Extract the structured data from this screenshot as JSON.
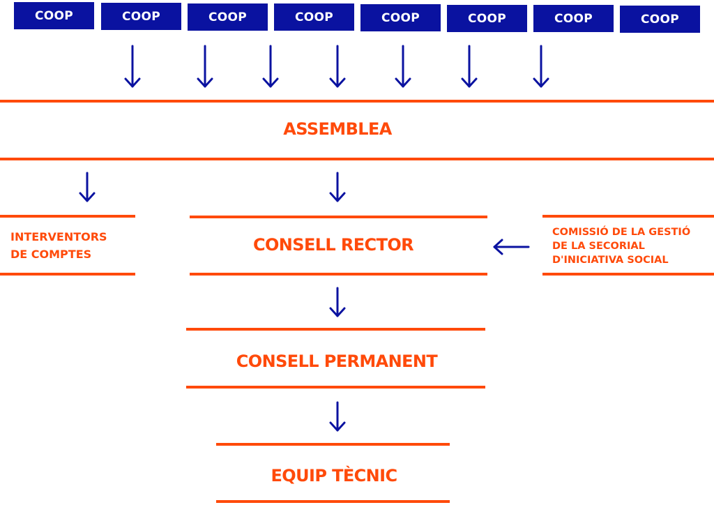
{
  "colors": {
    "coop_fill": "#0a12a0",
    "coop_text": "#ffffff",
    "accent": "#ff4a0a",
    "arrow": "#0a12a0"
  },
  "coops": [
    "COOP",
    "COOP",
    "COOP",
    "COOP",
    "COOP",
    "COOP",
    "COOP",
    "COOP"
  ],
  "nodes": {
    "assemblea": "ASSEMBLEA",
    "interventors_line1": "INTERVENTORS",
    "interventors_line2": "DE COMPTES",
    "consell_rector": "CONSELL RECTOR",
    "comissio_line1": "COMISSIÓ DE LA GESTIÓ",
    "comissio_line2": "DE LA SECORIAL",
    "comissio_line3": "D'INICIATIVA SOCIAL",
    "consell_permanent": "CONSELL PERMANENT",
    "equip_tecnic": "EQUIP TÈCNIC"
  }
}
